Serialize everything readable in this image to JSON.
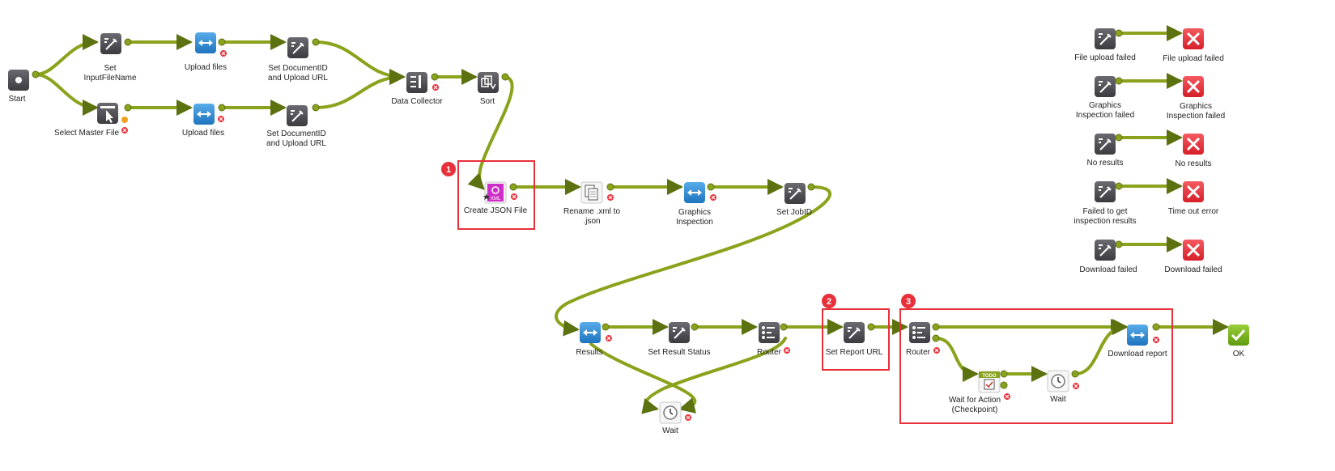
{
  "colors": {
    "connector": "#8aa31c",
    "connector_dark": "#5c7210",
    "highlight": "#e8303a",
    "app_dark": "#4a4a4f",
    "app_blue": "#2e8fd6",
    "error_red": "#e8303a",
    "ok_green": "#7cb41c",
    "warning_orange": "#f0a020"
  },
  "labels": {
    "start": "Start",
    "set_inputfilename": "Set\nInputFileName",
    "select_master_file": "Select Master File",
    "upload_files_1": "Upload files",
    "upload_files_2": "Upload files",
    "set_docid_1": "Set DocumentID\nand Upload URL",
    "set_docid_2": "Set DocumentID\nand Upload URL",
    "data_collector": "Data Collector",
    "sort": "Sort",
    "create_json": "Create JSON File",
    "rename_xml": "Rename .xml to\n.json",
    "graphics_inspection": "Graphics\nInspection",
    "set_jobid": "Set JobID",
    "results": "Results",
    "set_result_status": "Set Result Status",
    "router_1": "Router",
    "wait_1": "Wait",
    "set_report_url": "Set Report URL",
    "router_2": "Router",
    "wait_for_action": "Wait for Action\n(Checkpoint)",
    "wait_2": "Wait",
    "download_report": "Download  report",
    "ok": "OK",
    "err_src_1": "File upload failed",
    "err_dst_1": "File upload failed",
    "err_src_2": "Graphics\nInspection failed",
    "err_dst_2": "Graphics\nInspection failed",
    "err_src_3": "No results",
    "err_dst_3": "No results",
    "err_src_4": "Failed to get\ninspection results",
    "err_dst_4": "Time out error",
    "err_src_5": "Download failed",
    "err_dst_5": "Download failed"
  },
  "badges": {
    "b1": "1",
    "b2": "2",
    "b3": "3"
  },
  "icon_texts": {
    "xml": "XML",
    "todo": "TODO"
  }
}
